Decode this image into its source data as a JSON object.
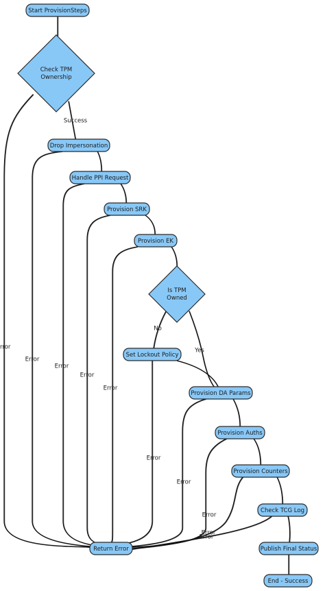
{
  "diagram": {
    "colors": {
      "node_fill": "#88c8f7",
      "stroke": "#111111",
      "background": "#ffffff"
    },
    "nodes": [
      {
        "id": "start",
        "label": "Start ProvisionSteps",
        "shape": "rounded-rect"
      },
      {
        "id": "check_tpm",
        "label": "Check TPM Ownership",
        "shape": "diamond"
      },
      {
        "id": "drop_imp",
        "label": "Drop Impersonation",
        "shape": "rounded-rect"
      },
      {
        "id": "handle_ppi",
        "label": "Handle PPI Request",
        "shape": "rounded-rect"
      },
      {
        "id": "prov_srk",
        "label": "Provision SRK",
        "shape": "rounded-rect"
      },
      {
        "id": "prov_ek",
        "label": "Provision EK",
        "shape": "rounded-rect"
      },
      {
        "id": "is_owned",
        "label": "Is TPM Owned",
        "shape": "diamond"
      },
      {
        "id": "lockout",
        "label": "Set Lockout Policy",
        "shape": "rounded-rect"
      },
      {
        "id": "da_params",
        "label": "Provision DA Params",
        "shape": "rounded-rect"
      },
      {
        "id": "auths",
        "label": "Provision Auths",
        "shape": "rounded-rect"
      },
      {
        "id": "counters",
        "label": "Provision Counters",
        "shape": "rounded-rect"
      },
      {
        "id": "tcg_log",
        "label": "Check TCG Log",
        "shape": "rounded-rect"
      },
      {
        "id": "publish",
        "label": "Publish Final Status",
        "shape": "rounded-rect"
      },
      {
        "id": "end",
        "label": "End - Success",
        "shape": "rounded-rect"
      },
      {
        "id": "ret_err",
        "label": "Return Error",
        "shape": "rounded-rect"
      }
    ],
    "edges": [
      {
        "from": "start",
        "to": "check_tpm",
        "label": ""
      },
      {
        "from": "check_tpm",
        "to": "drop_imp",
        "label": "Success"
      },
      {
        "from": "check_tpm",
        "to": "ret_err",
        "label": "Error"
      },
      {
        "from": "drop_imp",
        "to": "handle_ppi",
        "label": ""
      },
      {
        "from": "drop_imp",
        "to": "ret_err",
        "label": "Error"
      },
      {
        "from": "handle_ppi",
        "to": "prov_srk",
        "label": ""
      },
      {
        "from": "handle_ppi",
        "to": "ret_err",
        "label": "Error"
      },
      {
        "from": "prov_srk",
        "to": "prov_ek",
        "label": ""
      },
      {
        "from": "prov_srk",
        "to": "ret_err",
        "label": "Error"
      },
      {
        "from": "prov_ek",
        "to": "is_owned",
        "label": ""
      },
      {
        "from": "prov_ek",
        "to": "ret_err",
        "label": "Error"
      },
      {
        "from": "is_owned",
        "to": "lockout",
        "label": "No"
      },
      {
        "from": "is_owned",
        "to": "da_params",
        "label": "Yes"
      },
      {
        "from": "lockout",
        "to": "da_params",
        "label": ""
      },
      {
        "from": "lockout",
        "to": "ret_err",
        "label": "Error"
      },
      {
        "from": "da_params",
        "to": "auths",
        "label": ""
      },
      {
        "from": "da_params",
        "to": "ret_err",
        "label": "Error"
      },
      {
        "from": "auths",
        "to": "counters",
        "label": ""
      },
      {
        "from": "auths",
        "to": "ret_err",
        "label": "Error"
      },
      {
        "from": "counters",
        "to": "tcg_log",
        "label": ""
      },
      {
        "from": "counters",
        "to": "ret_err",
        "label": "Error"
      },
      {
        "from": "tcg_log",
        "to": "publish",
        "label": ""
      },
      {
        "from": "tcg_log",
        "to": "ret_err",
        "label": "Error"
      },
      {
        "from": "publish",
        "to": "end",
        "label": ""
      }
    ]
  }
}
